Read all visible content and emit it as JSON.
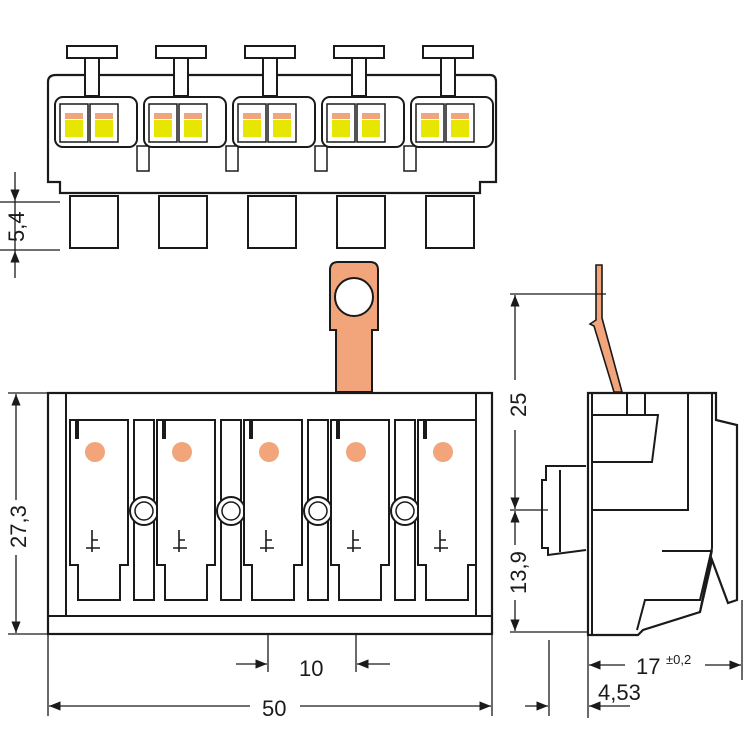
{
  "drawing": {
    "colors": {
      "line": "#1a1a1a",
      "copper": "#f2a57a",
      "indicator": "#e6e600"
    },
    "dimensions": {
      "foot_height": "5,4",
      "front_height": "27,3",
      "pitch": "10",
      "width": "50",
      "pin_height": "25",
      "pin_offset": "13,9",
      "depth": "17",
      "depth_tolerance": "±0,2",
      "side_offset": "4,53"
    },
    "poles": 5
  }
}
